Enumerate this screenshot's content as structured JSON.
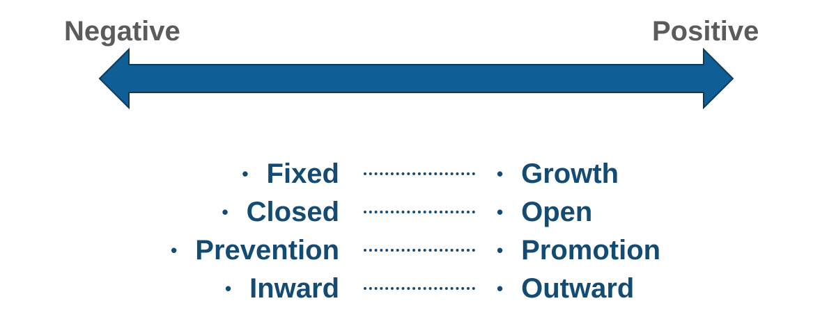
{
  "scale": {
    "left_label": "Negative",
    "right_label": "Positive",
    "arrow_color": "#0f5f96",
    "arrow_stroke": "#0c3a5a",
    "label_color": "#5b5b5b"
  },
  "pairs": [
    {
      "negative": "Fixed",
      "positive": "Growth"
    },
    {
      "negative": "Closed",
      "positive": "Open"
    },
    {
      "negative": "Prevention",
      "positive": "Promotion"
    },
    {
      "negative": "Inward",
      "positive": "Outward"
    }
  ],
  "bullet": "•",
  "text_color": "#134b73"
}
